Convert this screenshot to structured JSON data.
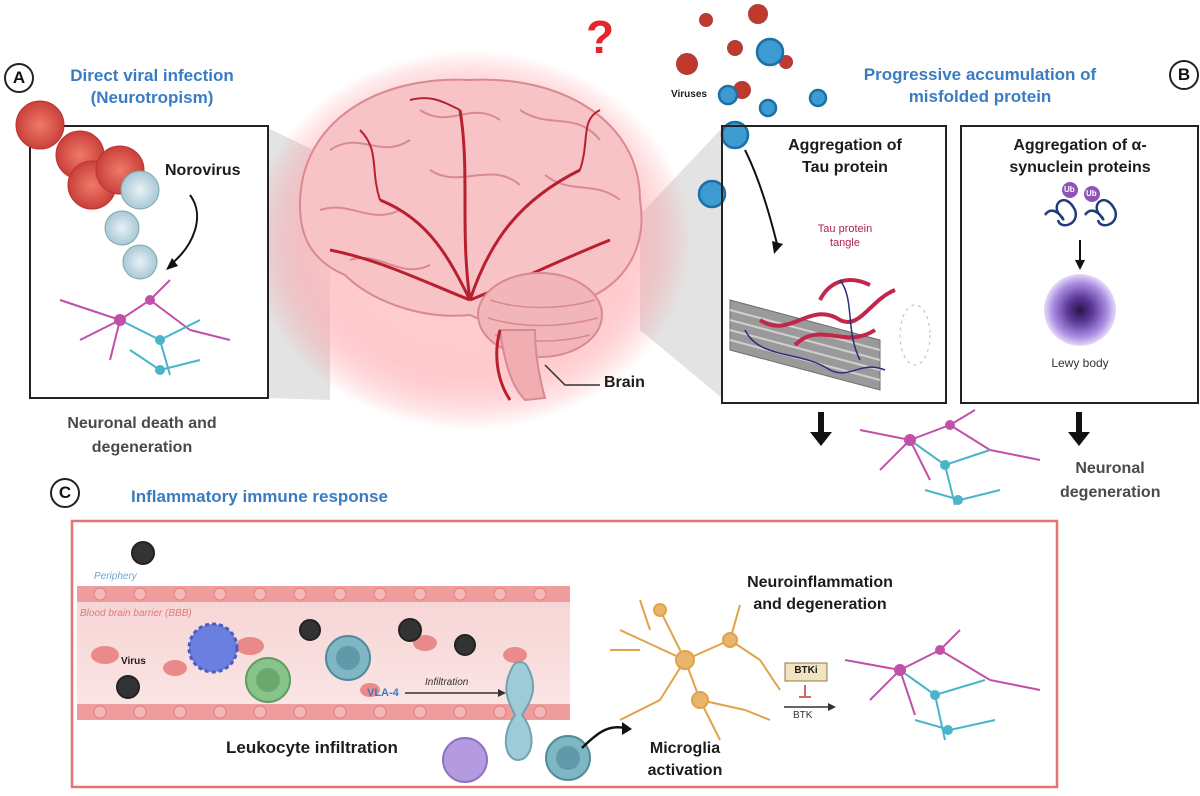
{
  "colors": {
    "title_blue": "#3a7cc2",
    "brain_red": "#c0263a",
    "panel_border": "#e57373",
    "vessel_pink": "#f3c6c6",
    "neuron_magenta": "#c24fa8",
    "neuron_cyan": "#4ab4c9",
    "microglia": "#e8a94a",
    "question_red": "#e5252b"
  },
  "panel_a": {
    "letter": "A",
    "title_line1": "Direct viral infection",
    "title_line2": "(Neurotropism)",
    "virus_label": "Norovirus",
    "outcome_line1": "Neuronal death and",
    "outcome_line2": "degeneration"
  },
  "center": {
    "question": "?",
    "brain_label": "Brain",
    "viruses_label": "Viruses"
  },
  "panel_b": {
    "letter": "B",
    "title_line1": "Progressive accumulation of",
    "title_line2": "misfolded protein",
    "tau_title_line1": "Aggregation of",
    "tau_title_line2": "Tau protein",
    "tau_tangle_line1": "Tau protein",
    "tau_tangle_line2": "tangle",
    "syn_title_line1": "Aggregation of α-",
    "syn_title_line2": "synuclein proteins",
    "ub1": "Ub",
    "ub2": "Ub",
    "lewy_label": "Lewy body",
    "outcome_line1": "Neuronal",
    "outcome_line2": "degeneration"
  },
  "panel_c": {
    "letter": "C",
    "title": "Inflammatory immune response",
    "periphery": "Periphery",
    "bbb": "Blood brain barrier (BBB)",
    "virus_label": "Virus",
    "vla4": "VLA-4",
    "infiltration": "Infiltration",
    "leukocyte": "Leukocyte infiltration",
    "microglia_line1": "Microglia",
    "microglia_line2": "activation",
    "neuroinflam_line1": "Neuroinflammation",
    "neuroinflam_line2": "and degeneration",
    "btki": "BTKi",
    "btk": "BTK"
  }
}
